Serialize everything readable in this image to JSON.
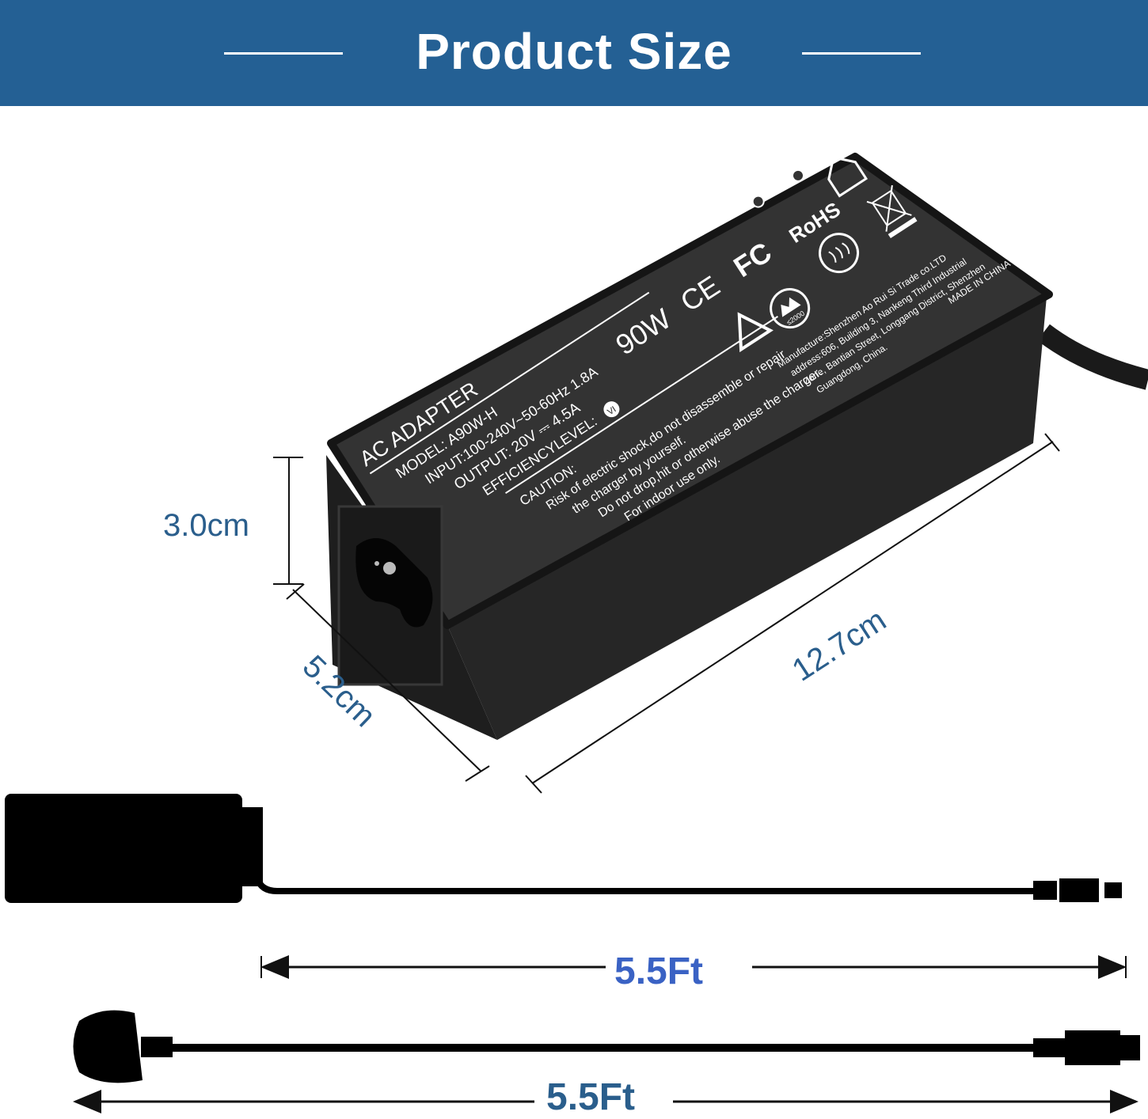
{
  "header": {
    "title": "Product Size",
    "background_color": "#246094"
  },
  "dimensions": {
    "height": "3.0cm",
    "width": "5.2cm",
    "length": "12.7cm",
    "dc_cable_length": "5.5Ft",
    "ac_cable_length": "5.5Ft",
    "dimension_color": "#2a5e8c",
    "cable_length_color": "#3a62c4"
  },
  "label": {
    "heading": "AC ADAPTER",
    "model": "MODEL:  A90W-H",
    "input": "INPUT:100-240V~50-60Hz 1.8A",
    "output": "OUTPUT:  20V ⎓ 4.5A",
    "efficiency": "EFFICIENCYLEVEL:",
    "efficiency_badge": "VI",
    "wattage": "90W",
    "caution_title": "CAUTION:",
    "caution_lines": [
      "Risk of electric shock,do not disassemble or repair",
      "the charger by yourself.",
      "Do not drop,hit or otherwise abuse the charger.",
      "For indoor use only."
    ],
    "manufacturer_lines": [
      "Manufacture:Shenzhen Ao Rui Si Trade co.LTD",
      "address:606, Building 3, Nankeng Third Industrial",
      "Zone, Bantian Street, Longgang District, Shenzhen",
      "Guangdong, China."
    ],
    "made_in": "MADE IN CHINA",
    "marks": [
      "CE",
      "FC",
      "RoHS",
      "≤2000"
    ],
    "icons": [
      "polarity-icon",
      "indoor-house-icon",
      "weee-bin-icon",
      "warning-triangle-icon",
      "altitude-icon",
      "no-humidity-icon"
    ]
  }
}
